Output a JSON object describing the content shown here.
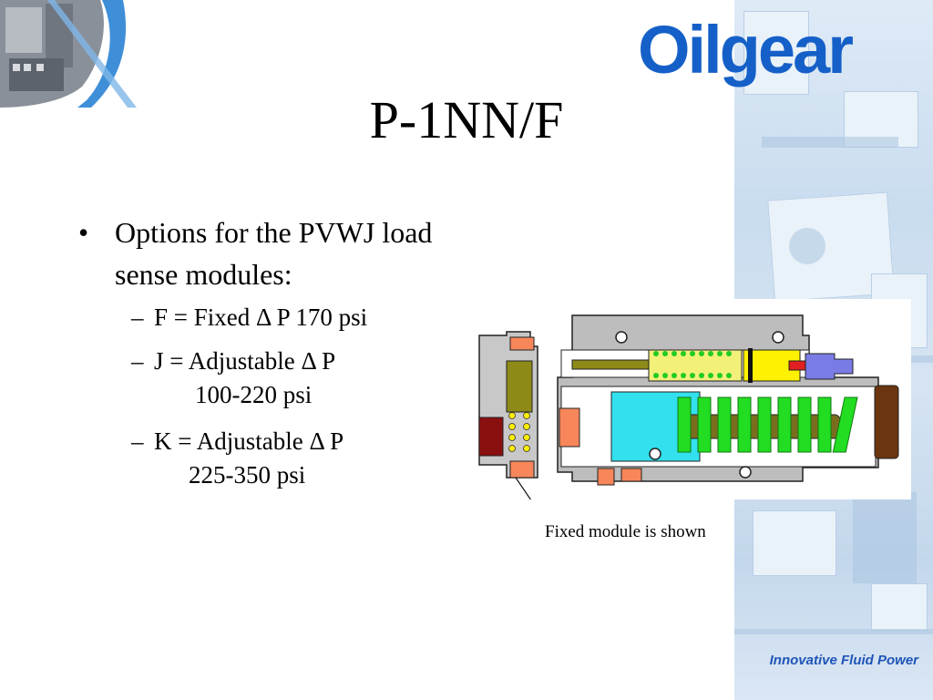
{
  "brand": {
    "logo_text": "Oilgear",
    "tagline": "Innovative Fluid Power",
    "brand_color": "#1560c8"
  },
  "slide": {
    "title": "P-1NN/F",
    "bullet": "Options for the PVWJ load sense modules:",
    "sub_bullets": [
      {
        "line1": "F = Fixed Δ P 170 psi",
        "line2": ""
      },
      {
        "line1": "J = Adjustable Δ P",
        "line2": "100-220 psi"
      },
      {
        "line1": "K = Adjustable Δ P",
        "line2": "225-350 psi"
      }
    ]
  },
  "figure": {
    "caption": "Fixed module is shown"
  }
}
